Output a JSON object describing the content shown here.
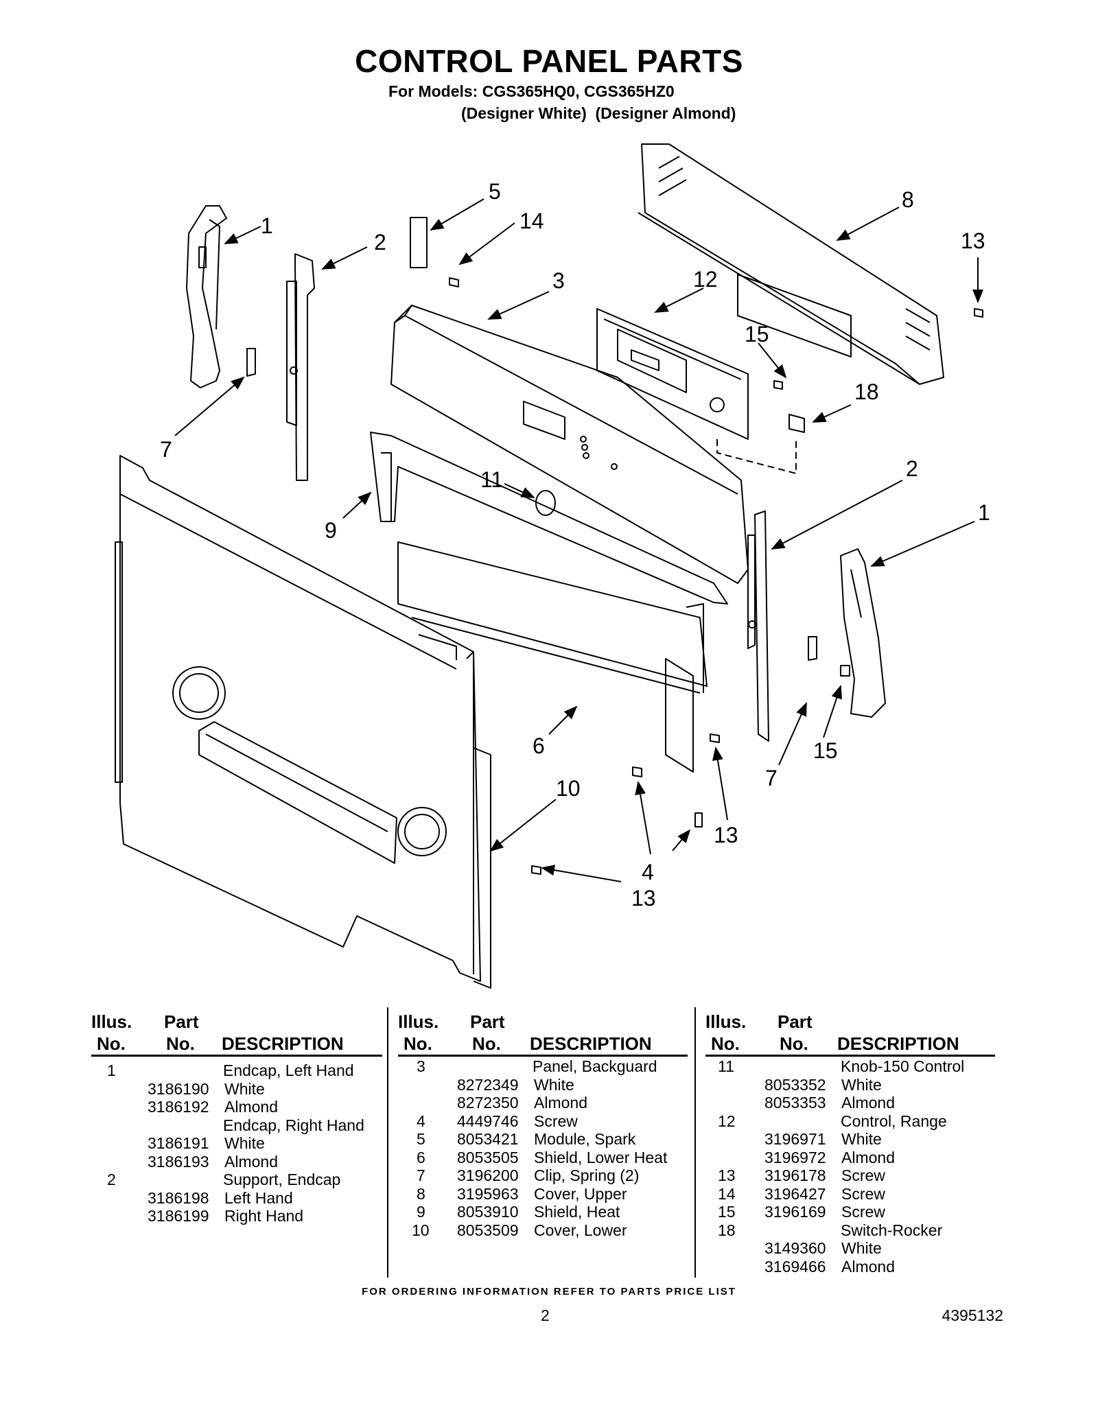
{
  "title": "CONTROL PANEL PARTS",
  "subtitle_models": "For Models: CGS365HQ0, CGS365HZ0",
  "subtitle_colors": "(Designer White)  (Designer Almond)",
  "callouts": [
    "1",
    "2",
    "5",
    "14",
    "3",
    "12",
    "8",
    "13",
    "15",
    "18",
    "7",
    "11",
    "2",
    "1",
    "9",
    "6",
    "7",
    "15",
    "10",
    "13",
    "4",
    "13"
  ],
  "table": {
    "headers": {
      "illus_1": "Illus.",
      "illus_2": "No.",
      "part_1": "Part",
      "part_2": "No.",
      "description": "DESCRIPTION"
    },
    "columns": [
      [
        {
          "illus": "1",
          "part": "",
          "desc": "Endcap, Left Hand"
        },
        {
          "illus": "",
          "part": "3186190",
          "desc": "White"
        },
        {
          "illus": "",
          "part": "3186192",
          "desc": "Almond"
        },
        {
          "illus": "",
          "part": "",
          "desc": "Endcap, Right Hand"
        },
        {
          "illus": "",
          "part": "3186191",
          "desc": "White"
        },
        {
          "illus": "",
          "part": "3186193",
          "desc": "Almond"
        },
        {
          "illus": "2",
          "part": "",
          "desc": "Support, Endcap"
        },
        {
          "illus": "",
          "part": "3186198",
          "desc": "Left Hand"
        },
        {
          "illus": "",
          "part": "3186199",
          "desc": "Right Hand"
        }
      ],
      [
        {
          "illus": "3",
          "part": "",
          "desc": "Panel, Backguard"
        },
        {
          "illus": "",
          "part": "8272349",
          "desc": "White"
        },
        {
          "illus": "",
          "part": "8272350",
          "desc": "Almond"
        },
        {
          "illus": "4",
          "part": "4449746",
          "desc": "Screw"
        },
        {
          "illus": "5",
          "part": "8053421",
          "desc": "Module, Spark"
        },
        {
          "illus": "6",
          "part": "8053505",
          "desc": "Shield, Lower Heat"
        },
        {
          "illus": "7",
          "part": "3196200",
          "desc": "Clip, Spring (2)"
        },
        {
          "illus": "8",
          "part": "3195963",
          "desc": "Cover, Upper"
        },
        {
          "illus": "9",
          "part": "8053910",
          "desc": "Shield, Heat"
        },
        {
          "illus": "10",
          "part": "8053509",
          "desc": "Cover, Lower"
        }
      ],
      [
        {
          "illus": "11",
          "part": "",
          "desc": "Knob-150 Control"
        },
        {
          "illus": "",
          "part": "8053352",
          "desc": "White"
        },
        {
          "illus": "",
          "part": "8053353",
          "desc": "Almond"
        },
        {
          "illus": "12",
          "part": "",
          "desc": "Control, Range"
        },
        {
          "illus": "",
          "part": "3196971",
          "desc": "White"
        },
        {
          "illus": "",
          "part": "3196972",
          "desc": "Almond"
        },
        {
          "illus": "13",
          "part": "3196178",
          "desc": "Screw"
        },
        {
          "illus": "14",
          "part": "3196427",
          "desc": "Screw"
        },
        {
          "illus": "15",
          "part": "3196169",
          "desc": "Screw"
        },
        {
          "illus": "18",
          "part": "",
          "desc": "Switch-Rocker"
        },
        {
          "illus": "",
          "part": "3149360",
          "desc": "White"
        },
        {
          "illus": "",
          "part": "3169466",
          "desc": "Almond"
        }
      ]
    ]
  },
  "footer_note": "FOR ORDERING INFORMATION REFER TO PARTS PRICE LIST",
  "page_number": "2",
  "document_number": "4395132"
}
